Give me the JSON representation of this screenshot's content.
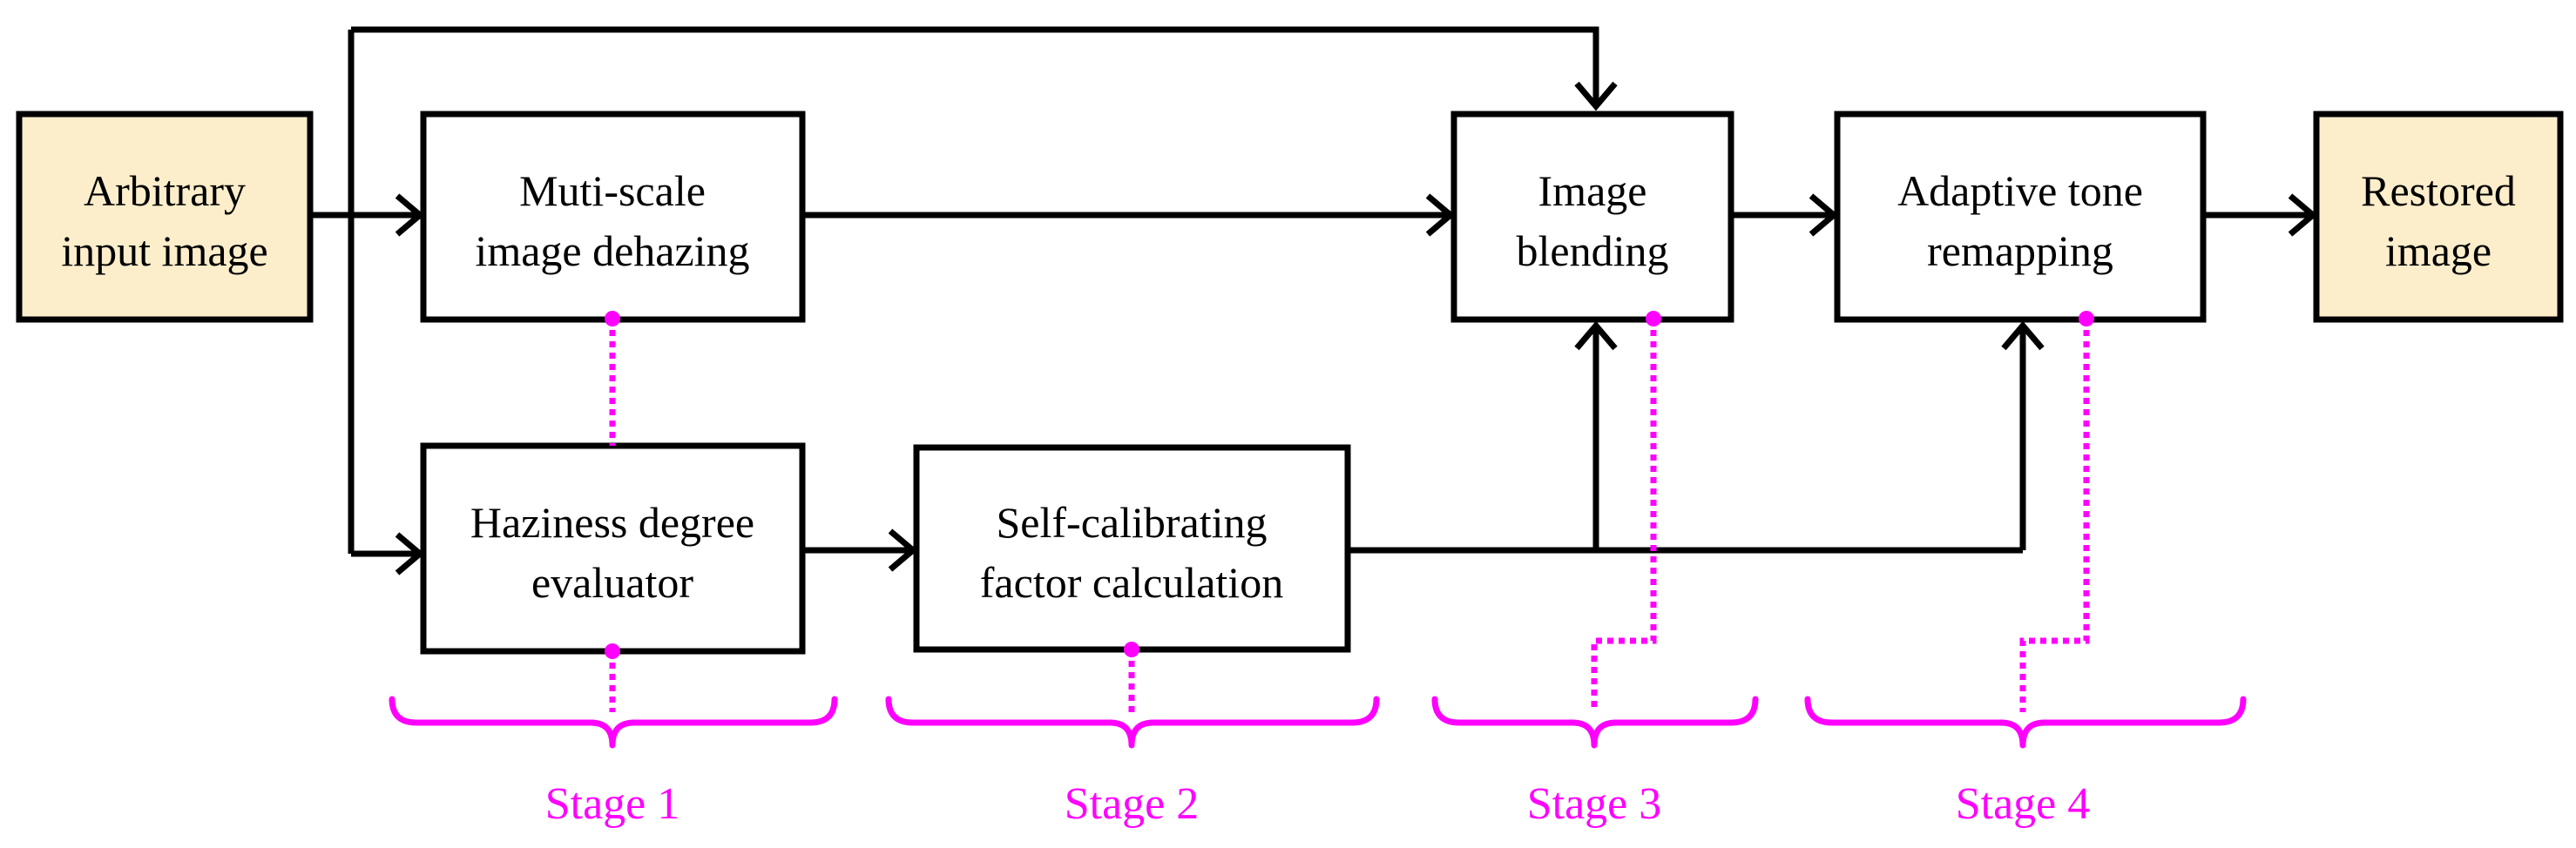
{
  "colors": {
    "io_fill": "#fdeecb",
    "stage_accent": "#ff00ff",
    "line": "#000000"
  },
  "boxes": {
    "input": [
      "Arbitrary",
      "input image"
    ],
    "dehazing": [
      "Muti-scale",
      "image dehazing"
    ],
    "evaluator": [
      "Haziness degree",
      "evaluator"
    ],
    "calibrating": [
      "Self-calibrating",
      "factor calculation"
    ],
    "blending": [
      "Image",
      "blending"
    ],
    "tone": [
      "Adaptive tone",
      "remapping"
    ],
    "output": [
      "Restored",
      "image"
    ]
  },
  "stages": [
    "Stage 1",
    "Stage 2",
    "Stage 3",
    "Stage 4"
  ]
}
